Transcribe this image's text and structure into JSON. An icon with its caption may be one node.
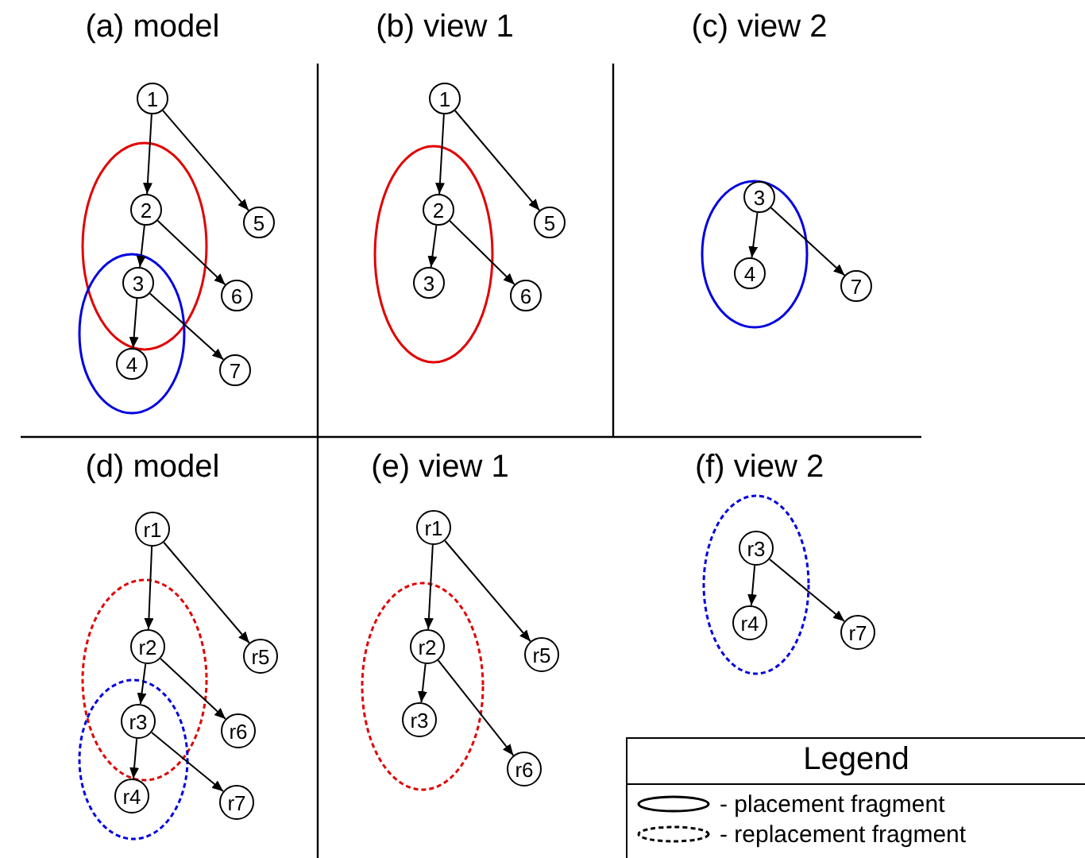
{
  "diagram": {
    "nodes": [
      {
        "text": [
          "1"
        ]
      },
      {
        "text": [
          "2"
        ]
      },
      {
        "text": [
          "3"
        ]
      },
      {
        "text": [
          "4"
        ]
      },
      {
        "text": [
          "5"
        ]
      },
      {
        "text": [
          "6"
        ]
      },
      {
        "text": [
          "7"
        ]
      },
      {
        "text": [
          "1"
        ]
      },
      {
        "text": [
          "2"
        ]
      },
      {
        "text": [
          "3"
        ]
      },
      {
        "text": [
          "5"
        ]
      },
      {
        "text": [
          "6"
        ]
      },
      {
        "text": [
          "3"
        ]
      },
      {
        "text": [
          "4"
        ]
      },
      {
        "text": [
          "7"
        ]
      },
      {
        "text": [
          "r1"
        ]
      },
      {
        "text": [
          "r2"
        ]
      },
      {
        "text": [
          "r3"
        ]
      },
      {
        "text": [
          "r4"
        ]
      },
      {
        "text": [
          "r5"
        ]
      },
      {
        "text": [
          "r6"
        ]
      },
      {
        "text": [
          "r7"
        ]
      },
      {
        "text": [
          "r1"
        ]
      },
      {
        "text": [
          "r2"
        ]
      },
      {
        "text": [
          "r3"
        ]
      },
      {
        "text": [
          "r5"
        ]
      },
      {
        "text": [
          "r6"
        ]
      },
      {
        "text": [
          "r3"
        ]
      },
      {
        "text": [
          "r4"
        ]
      },
      {
        "text": [
          "r7"
        ]
      }
    ],
    "edges": [
      {
        "from": 0,
        "to": 1,
        "arrow": "to"
      },
      {
        "from": 0,
        "to": 4,
        "arrow": "to"
      },
      {
        "from": 1,
        "to": 2,
        "arrow": "to"
      },
      {
        "from": 1,
        "to": 5,
        "arrow": "to"
      },
      {
        "from": 2,
        "to": 3,
        "arrow": "to"
      },
      {
        "from": 2,
        "to": 6,
        "arrow": "to"
      },
      {
        "from": 7,
        "to": 8,
        "arrow": "to"
      },
      {
        "from": 7,
        "to": 10,
        "arrow": "to"
      },
      {
        "from": 8,
        "to": 9,
        "arrow": "to"
      },
      {
        "from": 8,
        "to": 11,
        "arrow": "to"
      },
      {
        "from": 12,
        "to": 13,
        "arrow": "to"
      },
      {
        "from": 12,
        "to": 14,
        "arrow": "to"
      },
      {
        "from": 15,
        "to": 16,
        "arrow": "to"
      },
      {
        "from": 15,
        "to": 19,
        "arrow": "to"
      },
      {
        "from": 16,
        "to": 17,
        "arrow": "to"
      },
      {
        "from": 16,
        "to": 20,
        "arrow": "to"
      },
      {
        "from": 17,
        "to": 18,
        "arrow": "to"
      },
      {
        "from": 17,
        "to": 21,
        "arrow": "to"
      },
      {
        "from": 22,
        "to": 23,
        "arrow": "to"
      },
      {
        "from": 22,
        "to": 25,
        "arrow": "to"
      },
      {
        "from": 23,
        "to": 24,
        "arrow": "to"
      },
      {
        "from": 23,
        "to": 26,
        "arrow": "to"
      },
      {
        "from": 27,
        "to": 28,
        "arrow": "to"
      },
      {
        "from": 27,
        "to": 29,
        "arrow": "to"
      }
    ],
    "labels": [
      "(a) model",
      "(b) view 1",
      "(c) view 2",
      "(d) model",
      "(e) view 1",
      "(f) view 2",
      "Legend"
    ],
    "legend": [
      {
        "text": "- placement fragment"
      },
      {
        "text": "- replacement fragment"
      }
    ]
  }
}
